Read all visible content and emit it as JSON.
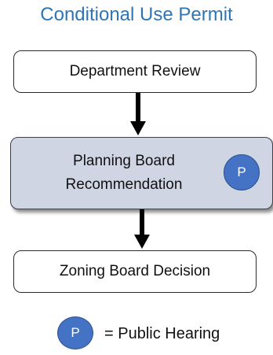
{
  "diagram": {
    "title": "Conditional Use Permit",
    "steps": [
      {
        "label": "Department Review"
      },
      {
        "label_line1": "Planning Board",
        "label_line2": "Recommendation",
        "badge": "P"
      },
      {
        "label": "Zoning Board Decision"
      }
    ],
    "legend": {
      "badge": "P",
      "text": "= Public Hearing"
    },
    "colors": {
      "title": "#2f75b6",
      "highlight_box": "#cfd5e3",
      "badge": "#4472c4"
    }
  }
}
